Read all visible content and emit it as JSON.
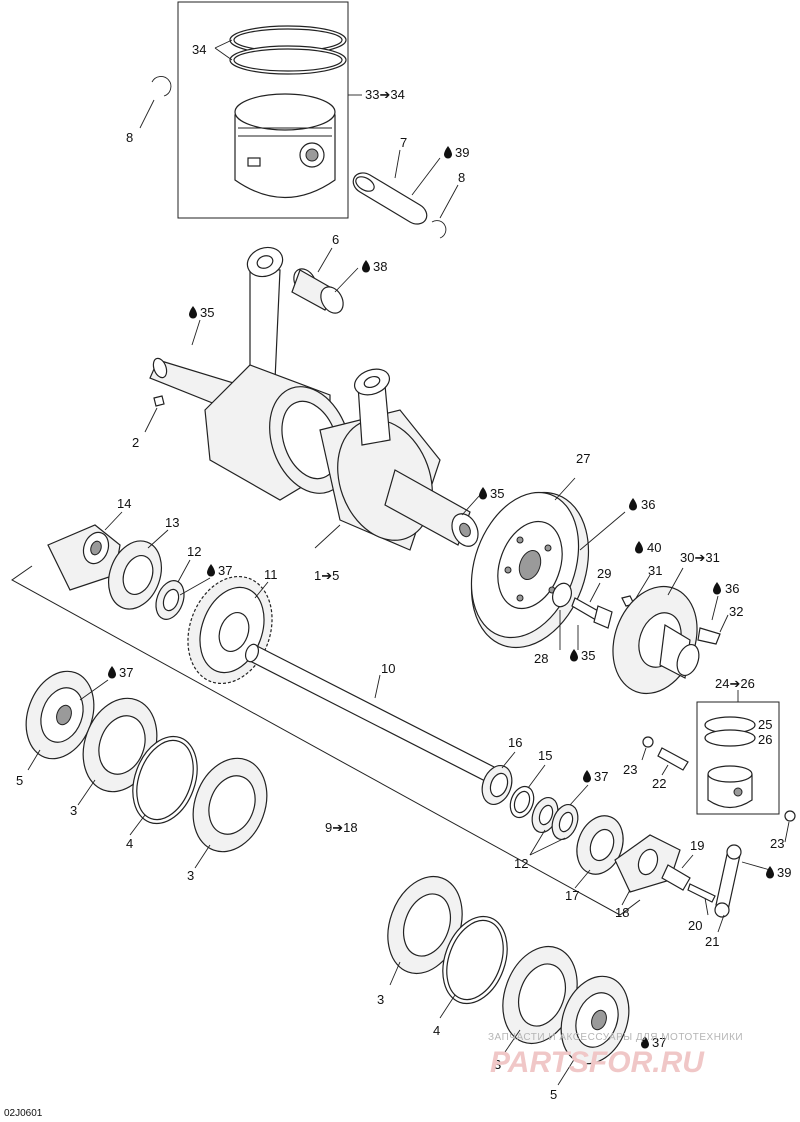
{
  "diagram_code": "02J0601",
  "watermark": {
    "line1": "ЗАПЧАСТИ И АКСЕССУАРЫ ДЛЯ МОТОТЕХНИКИ",
    "line2": "PARTSFOR.RU"
  },
  "labels": {
    "l34": "34",
    "l33_34": "33➔34",
    "l8a": "8",
    "l7": "7",
    "l39a": "39",
    "l8b": "8",
    "l6": "6",
    "l38": "38",
    "l35a": "35",
    "l2": "2",
    "l35b": "35",
    "l27": "27",
    "l36a": "36",
    "l1_5": "1➔5",
    "l14": "14",
    "l13": "13",
    "l12a": "12",
    "l37a": "37",
    "l11": "11",
    "l40": "40",
    "l29": "29",
    "l31": "31",
    "l30_31": "30➔31",
    "l36b": "36",
    "l32": "32",
    "l28": "28",
    "l35c": "35",
    "l10": "10",
    "l37b": "37",
    "l24_26": "24➔26",
    "l25": "25",
    "l26": "26",
    "l5a": "5",
    "l16": "16",
    "l15": "15",
    "l23a": "23",
    "l22": "22",
    "l37c": "37",
    "l3a": "3",
    "l4a": "4",
    "l9_18": "9➔18",
    "l3b": "3",
    "l12b": "12",
    "l17": "17",
    "l19": "19",
    "l23b": "23",
    "l39b": "39",
    "l18": "18",
    "l20": "20",
    "l21": "21",
    "l3c": "3",
    "l4b": "4",
    "l3d": "3",
    "l37d": "37",
    "l5b": "5"
  },
  "icons": [
    "oil-drop-icon"
  ]
}
